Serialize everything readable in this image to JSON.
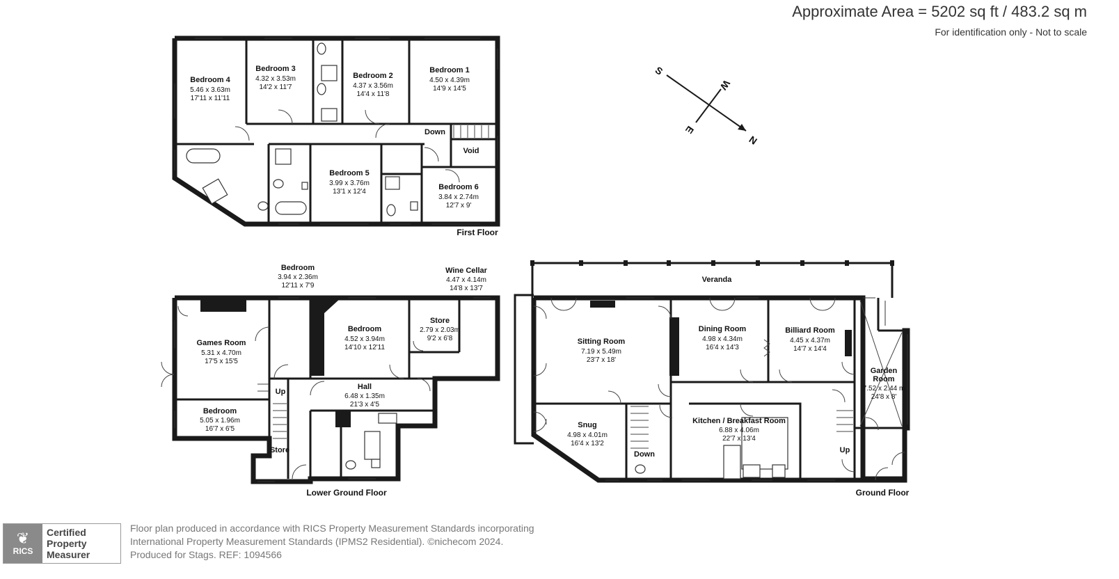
{
  "header": {
    "area": "Approximate Area = 5202 sq ft / 483.2 sq m",
    "note": "For identification only - Not to scale"
  },
  "compass": {
    "n": "N",
    "s": "S",
    "e": "E",
    "w": "W"
  },
  "floors": {
    "first": {
      "label": "First Floor",
      "rooms": [
        {
          "name": "Bedroom 4",
          "metric": "5.46 x 3.63m",
          "imperial": "17'11 x 11'11"
        },
        {
          "name": "Bedroom 3",
          "metric": "4.32 x 3.53m",
          "imperial": "14'2 x 11'7"
        },
        {
          "name": "Bedroom 2",
          "metric": "4.37 x 3.56m",
          "imperial": "14'4 x 11'8"
        },
        {
          "name": "Bedroom 1",
          "metric": "4.50 x 4.39m",
          "imperial": "14'9 x 14'5"
        },
        {
          "name": "Bedroom 5",
          "metric": "3.99 x 3.76m",
          "imperial": "13'1 x 12'4"
        },
        {
          "name": "Bedroom 6",
          "metric": "3.84 x 2.74m",
          "imperial": "12'7 x 9'"
        }
      ],
      "void": "Void",
      "down": "Down"
    },
    "lower": {
      "label": "Lower Ground Floor",
      "rooms": [
        {
          "name": "Games Room",
          "metric": "5.31 x 4.70m",
          "imperial": "17'5 x 15'5"
        },
        {
          "name": "Bedroom",
          "metric": "5.05 x 1.96m",
          "imperial": "16'7 x 6'5"
        },
        {
          "name": "Bedroom",
          "metric": "3.94 x 2.36m",
          "imperial": "12'11 x 7'9"
        },
        {
          "name": "Bedroom",
          "metric": "4.52 x 3.94m",
          "imperial": "14'10 x 12'11"
        },
        {
          "name": "Store",
          "metric": "2.79 x 2.03m",
          "imperial": "9'2 x 6'8"
        },
        {
          "name": "Wine Cellar",
          "metric": "4.47 x 4.14m",
          "imperial": "14'8 x 13'7"
        },
        {
          "name": "Hall",
          "metric": "6.48 x 1.35m",
          "imperial": "21'3 x 4'5"
        }
      ],
      "up": "Up",
      "store_small": "Store"
    },
    "ground": {
      "label": "Ground Floor",
      "veranda": "Veranda",
      "rooms": [
        {
          "name": "Sitting Room",
          "metric": "7.19 x 5.49m",
          "imperial": "23'7 x 18'"
        },
        {
          "name": "Dining Room",
          "metric": "4.98 x 4.34m",
          "imperial": "16'4 x 14'3"
        },
        {
          "name": "Billiard Room",
          "metric": "4.45 x 4.37m",
          "imperial": "14'7 x 14'4"
        },
        {
          "name": "Garden",
          "name2": "Room",
          "metric": "7.52 x 2.44 m",
          "imperial": "24'8 x 8'"
        },
        {
          "name": "Snug",
          "metric": "4.98 x 4.01m",
          "imperial": "16'4 x 13'2"
        },
        {
          "name": "Kitchen / Breakfast Room",
          "metric": "6.88 x 4.06m",
          "imperial": "22'7 x 13'4"
        }
      ],
      "down": "Down",
      "up": "Up"
    }
  },
  "badge": {
    "logo": "RICS",
    "line1": "Certified",
    "line2": "Property",
    "line3": "Measurer"
  },
  "footer": {
    "line1": "Floor plan produced in accordance with RICS Property Measurement Standards incorporating",
    "line2": "International Property Measurement Standards (IPMS2 Residential).  ©nichecom 2024.",
    "line3": "Produced for Stags.    REF: 1094566"
  }
}
